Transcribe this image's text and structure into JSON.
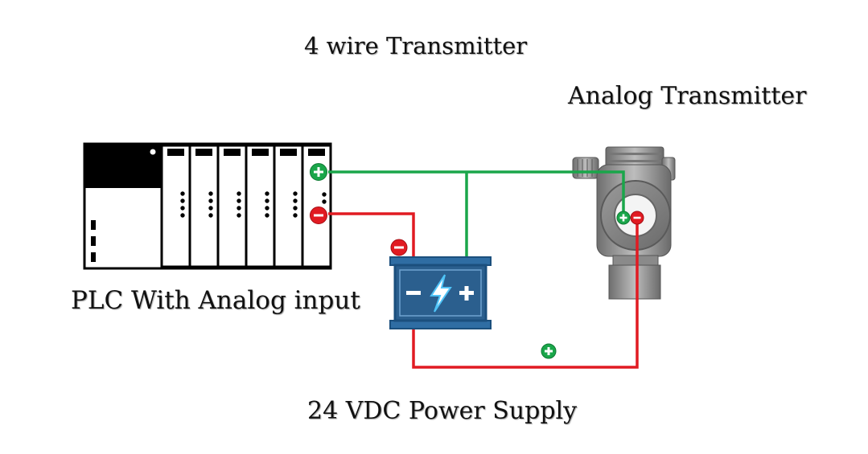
{
  "title": "4 wire Transmitter",
  "labels": {
    "transmitter": "Analog Transmitter",
    "plc": "PLC With Analog input",
    "power_supply": "24 VDC Power Supply"
  },
  "terminal_symbols": {
    "positive": "+",
    "negative": "−"
  },
  "colors": {
    "positive_wire": "#1aa64a",
    "negative_wire": "#e11b22",
    "psu_blue": "#2f6da3",
    "psu_face": "#2b5f8e",
    "lightning": "#4fc3f7",
    "plc_black": "#000000",
    "transmitter_gray": "#8a8a8a"
  },
  "icons": {
    "psu": "battery-lightning-icon",
    "terminal_positive": "plus-circle-icon",
    "terminal_negative": "minus-circle-icon"
  }
}
